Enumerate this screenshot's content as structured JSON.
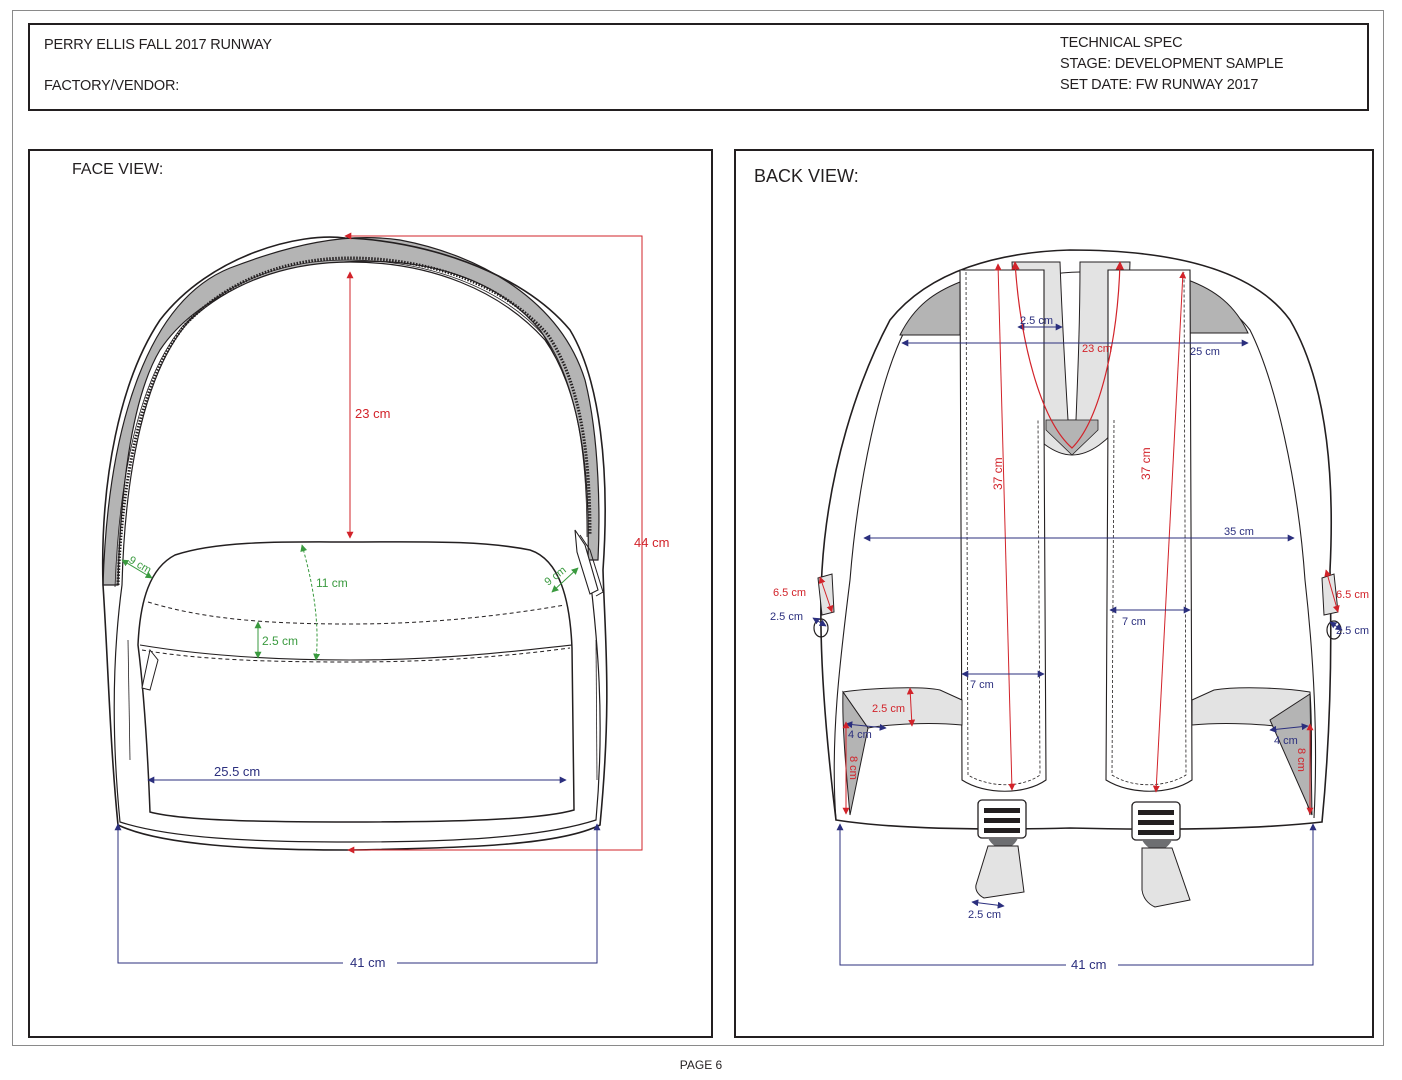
{
  "header": {
    "collection": "PERRY ELLIS FALL 2017 RUNWAY",
    "factory": "FACTORY/VENDOR:",
    "spec_title": "TECHNICAL SPEC",
    "stage": "STAGE: DEVELOPMENT SAMPLE",
    "set_date": "SET DATE: FW RUNWAY 2017"
  },
  "face_view": {
    "title": "FACE VIEW:",
    "measurements": {
      "body_height": "23 cm",
      "total_height": "44 cm",
      "zip_side_left": "9 cm",
      "zip_side_right": "9 cm",
      "pocket_height": "11 cm",
      "pocket_flap": "2.5 cm",
      "pocket_width": "25.5 cm",
      "bottom_width": "41 cm"
    }
  },
  "back_view": {
    "title": "BACK VIEW:",
    "measurements": {
      "top_strap_width": "2.5 cm",
      "top_handle_length": "23 cm",
      "top_width": "25 cm",
      "strap_length_left": "37 cm",
      "strap_length_right": "37 cm",
      "mid_width": "35 cm",
      "ring_tab_left": "6.5 cm",
      "ring_left": "2.5 cm",
      "ring_tab_right": "6.5 cm",
      "ring_right": "2.5 cm",
      "strap_width_right": "7 cm",
      "strap_width_left": "7 cm",
      "side_tab_left": "2.5 cm",
      "side_tab_width_left": "4 cm",
      "side_tab_height_left": "8 cm",
      "side_tab_width_right": "4 cm",
      "side_tab_height_right": "8 cm",
      "webbing_width": "2.5 cm",
      "bottom_width": "41 cm"
    }
  },
  "footer": {
    "page": "PAGE 6"
  },
  "colors": {
    "red_dimension": "#d2232a",
    "blue_dimension": "#2b2f7e",
    "green_dimension": "#3a9a3f",
    "panel_gray": "#b4b4b4",
    "light_gray": "#e3e3e3"
  }
}
